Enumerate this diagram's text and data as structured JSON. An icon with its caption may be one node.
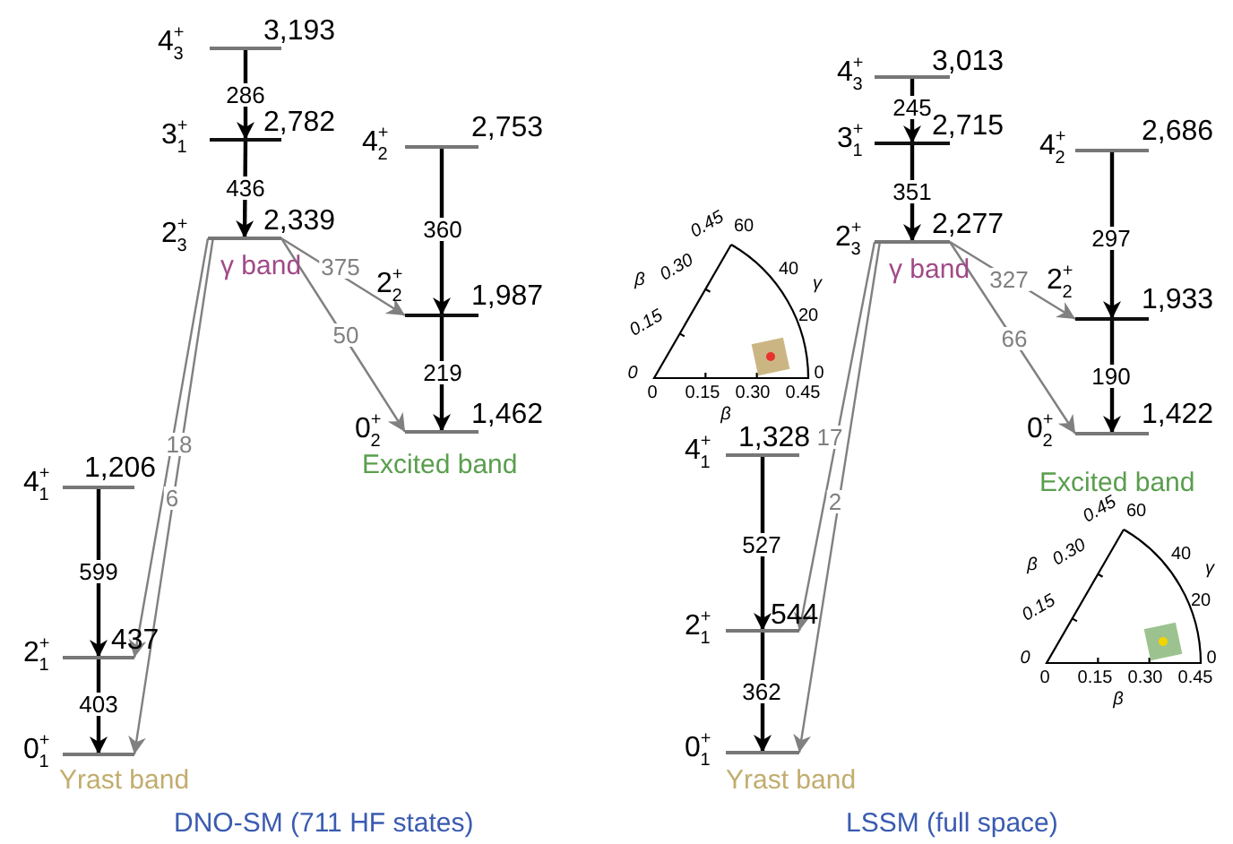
{
  "diagram": {
    "nodes": [
      {
        "text": [
          "4$^{+}$$_{3}$",
          "3,193"
        ]
      },
      {
        "text": [
          "3$^{+}$$_{1}$",
          "2,782"
        ]
      },
      {
        "text": [
          "4$^{+}$$_{2}$",
          "2,753"
        ]
      },
      {
        "text": [
          "2$^{+}$$_{3}$",
          "2,339"
        ],
        "beside": [
          "γ band"
        ]
      },
      {
        "text": [
          "2$^{+}$$_{2}$",
          "1,987"
        ]
      },
      {
        "text": [
          "0$^{+}$$_{2}$",
          "1,462"
        ],
        "beside": [
          "Excited band"
        ]
      },
      {
        "text": [
          "4$^{+}$$_{1}$",
          "1,206"
        ]
      },
      {
        "text": [
          "2$^{+}$$_{1}$",
          "437"
        ]
      },
      {
        "text": [
          "0$^{+}$$_{1}$"
        ],
        "beside": [
          "Yrast band"
        ]
      },
      {
        "text": [
          "4$^{+}$$_{3}$",
          "3,013"
        ]
      },
      {
        "text": [
          "3$^{+}$$_{1}$",
          "2,715"
        ]
      },
      {
        "text": [
          "4$^{+}$$_{2}$",
          "2,686"
        ]
      },
      {
        "text": [
          "2$^{+}$$_{3}$",
          "2,277"
        ],
        "beside": [
          "γ band"
        ]
      },
      {
        "text": [
          "2$^{+}$$_{2}$",
          "1,933"
        ]
      },
      {
        "text": [
          "0$^{+}$$_{2}$",
          "1,422"
        ],
        "beside": [
          "Excited band"
        ]
      },
      {
        "text": [
          "4$^{+}$$_{1}$",
          "1,328"
        ]
      },
      {
        "text": [
          "2$^{+}$$_{1}$",
          "544"
        ]
      },
      {
        "text": [
          "0$^{+}$$_{1}$"
        ],
        "beside": [
          "Yrast band"
        ]
      }
    ],
    "edges": [
      {
        "from": 0,
        "to": 1,
        "arrow": "to",
        "label": "286"
      },
      {
        "from": 1,
        "to": 3,
        "arrow": "to",
        "label": "436"
      },
      {
        "from": 2,
        "to": 4,
        "arrow": "to",
        "label": "360"
      },
      {
        "from": 3,
        "to": 4,
        "arrow": "to",
        "label": "375",
        "color": "#808080"
      },
      {
        "from": 3,
        "to": 5,
        "arrow": "to",
        "label": "50",
        "color": "#808080"
      },
      {
        "from": 4,
        "to": 5,
        "arrow": "to",
        "label": "219"
      },
      {
        "from": 3,
        "to": 7,
        "arrow": "to",
        "label": "18",
        "color": "#808080"
      },
      {
        "from": 3,
        "to": 8,
        "arrow": "to",
        "label": "6",
        "color": "#808080"
      },
      {
        "from": 6,
        "to": 7,
        "arrow": "to",
        "label": "599"
      },
      {
        "from": 7,
        "to": 8,
        "arrow": "to",
        "label": "403"
      },
      {
        "from": 9,
        "to": 10,
        "arrow": "to",
        "label": "245"
      },
      {
        "from": 10,
        "to": 12,
        "arrow": "to",
        "label": "351"
      },
      {
        "from": 11,
        "to": 13,
        "arrow": "to",
        "label": "297"
      },
      {
        "from": 12,
        "to": 13,
        "arrow": "to",
        "label": "327",
        "color": "#808080"
      },
      {
        "from": 12,
        "to": 14,
        "arrow": "to",
        "label": "66",
        "color": "#808080"
      },
      {
        "from": 13,
        "to": 14,
        "arrow": "to",
        "label": "190"
      },
      {
        "from": 12,
        "to": 16,
        "arrow": "to",
        "label": "17",
        "color": "#808080"
      },
      {
        "from": 12,
        "to": 17,
        "arrow": "to",
        "label": "2",
        "color": "#808080"
      },
      {
        "from": 15,
        "to": 16,
        "arrow": "to",
        "label": "527"
      },
      {
        "from": 16,
        "to": 17,
        "arrow": "to",
        "label": "362"
      }
    ],
    "labels": [
      "0.45",
      "60",
      "β",
      "0.30",
      "40",
      "γ",
      "0.15",
      "20",
      "0",
      "0",
      "0",
      "0.15",
      "0.30",
      "0.45",
      "β",
      "0.45",
      "60",
      "β",
      "0.30",
      "40",
      "γ",
      "0.15",
      "20",
      "0",
      "0",
      "0",
      "0.15",
      "0.30",
      "0.45",
      "β",
      "DNO-SM (711 HF states)",
      "LSSM (full space)"
    ]
  }
}
